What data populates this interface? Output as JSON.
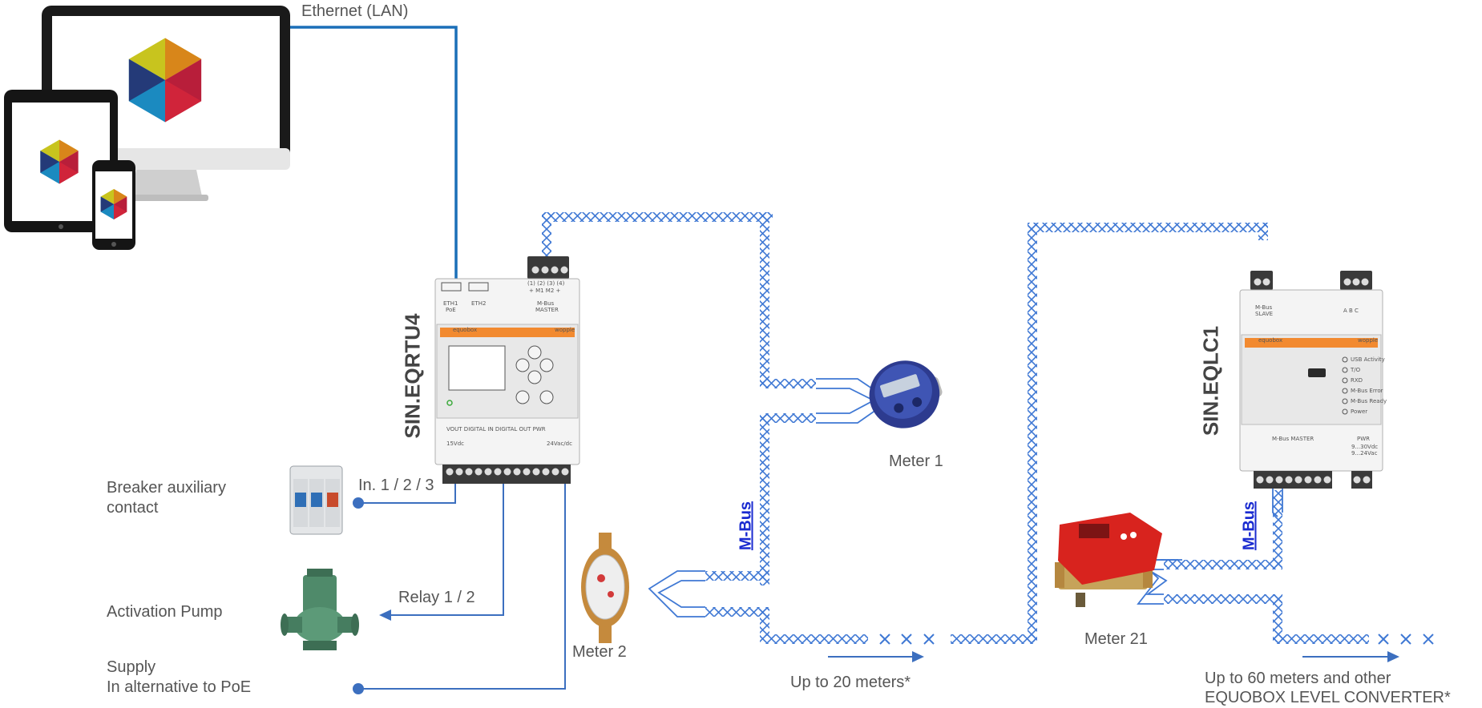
{
  "labels": {
    "ethernet": "Ethernet  (LAN)",
    "breaker_line1": "Breaker auxiliary",
    "breaker_line2": "contact",
    "inputs": "In. 1 / 2 / 3",
    "relay": "Relay 1 / 2",
    "pump": "Activation Pump",
    "supply_line1": "Supply",
    "supply_line2": "In alternative to PoE",
    "meter1": "Meter 1",
    "meter2": "Meter 2",
    "meter21": "Meter 21",
    "range1": "Up to 20 meters*",
    "range2_line1": "Up to 60 meters and other",
    "range2_line2": "EQUOBOX LEVEL CONVERTER*",
    "mbus": "M-Bus"
  },
  "devices": {
    "rtu": {
      "name": "SIN.EQRTU4",
      "brand": "equobox",
      "brand_right": "wopple",
      "eth1": "ETH1",
      "eth1_sub": "PoE",
      "eth2": "ETH2",
      "mbus_label": "M-Bus",
      "mbus_sub": "MASTER",
      "terminal_nums": "(1)  (2)  (3)  (4)",
      "terminal_pins": "+   M1  M2   +",
      "bottom_sections": "VOUT    DIGITAL IN     DIGITAL OUT   PWR",
      "vout": "15Vdc",
      "pwr": "24Vac/dc"
    },
    "lc": {
      "name": "SIN.EQLC1",
      "brand": "equobox",
      "brand_right": "wopple",
      "slave_label": "M-Bus",
      "slave_sub": "SLAVE",
      "abc": "A   B   C",
      "leds": [
        "USB Activity",
        "T/O",
        "RXD",
        "M-Bus Error",
        "M-Bus Ready",
        "Power"
      ],
      "master_label": "M-Bus MASTER",
      "pwr_label": "PWR",
      "pwr_line1": "9...30Vdc",
      "pwr_line2": "9...24Vac"
    }
  },
  "colors": {
    "ethernet": "#1b6fb8",
    "wire": "#3c6fbf",
    "bus": "#3f78d4",
    "orange": "#f28a30",
    "logo_yellow": "#c8c41e",
    "logo_orange": "#d8861a",
    "logo_red": "#b81e3a",
    "logo_blue": "#1b8ac0",
    "logo_dark": "#243a78",
    "logo_crimson": "#d0243a"
  }
}
